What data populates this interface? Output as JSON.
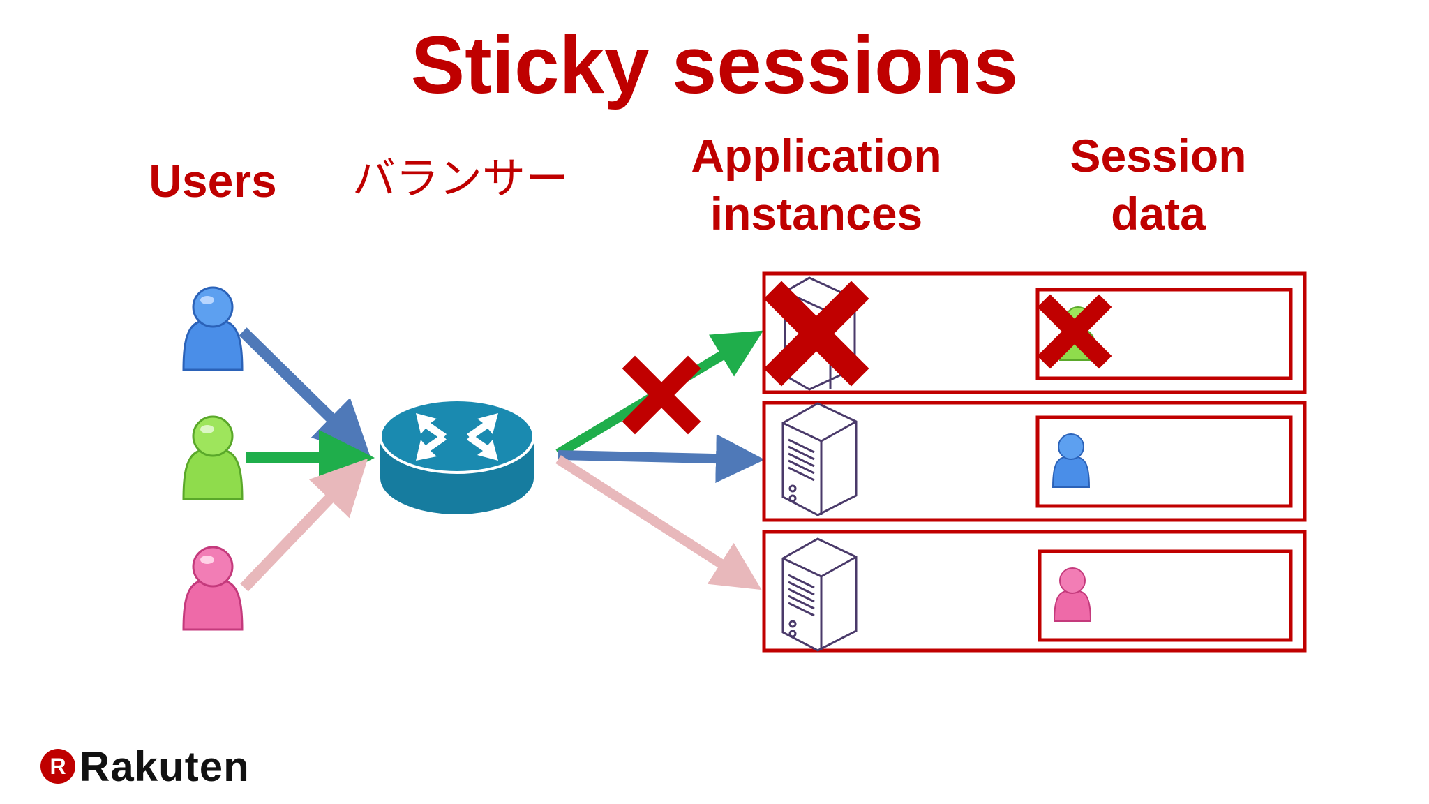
{
  "slide": {
    "title": "Sticky sessions",
    "columns": {
      "users": "Users",
      "balancer": "バランサー",
      "instances_line1": "Application",
      "instances_line2": "instances",
      "session_line1": "Session",
      "session_line2": "data"
    }
  },
  "users": [
    {
      "name": "user-blue",
      "color": "#4a8ee8",
      "color_dark": "#2b62b8"
    },
    {
      "name": "user-green",
      "color": "#8fdc4c",
      "color_dark": "#5aa82a"
    },
    {
      "name": "user-pink",
      "color": "#ee6aa8",
      "color_dark": "#c43a7c"
    }
  ],
  "arrows": {
    "blue": "#4f79b8",
    "green": "#1fae4b",
    "pink": "#e8b8bb"
  },
  "failure_color": "#c00000",
  "box_color": "#c00000",
  "router_color": "#1a8ab0",
  "brand": {
    "logo_mark": "R",
    "logo_text": "Rakuten"
  }
}
